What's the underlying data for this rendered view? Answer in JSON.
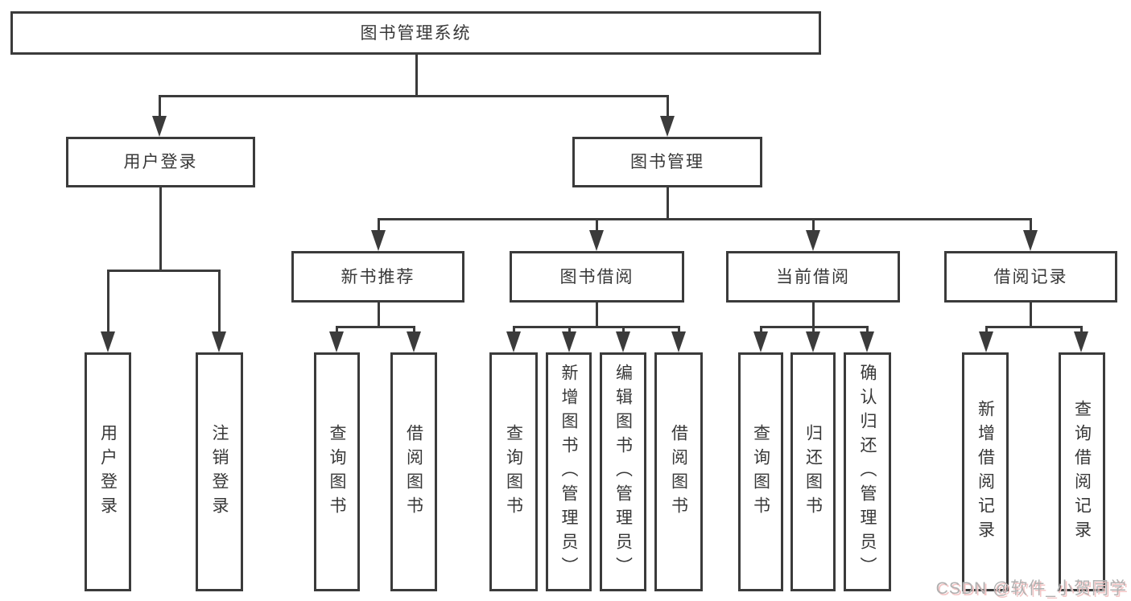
{
  "diagram": {
    "nodes": {
      "root": "图书管理系统",
      "l2_user_login": "用户登录",
      "l2_book_mgmt": "图书管理",
      "l3_new_books": "新书推荐",
      "l3_book_borrow": "图书借阅",
      "l3_current_borrow": "当前借阅",
      "l3_borrow_records": "借阅记录",
      "l4_user_login": "用户登录",
      "l4_logout": "注销登录",
      "l4_nb_query": "查询图书",
      "l4_nb_borrow": "借阅图书",
      "l4_bb_query": "查询图书",
      "l4_bb_add": "新增图书（管理员）",
      "l4_bb_edit": "编辑图书（管理员）",
      "l4_bb_borrow": "借阅图书",
      "l4_cb_query": "查询图书",
      "l4_cb_return": "归还图书",
      "l4_cb_confirm": "确认归还（管理员）",
      "l4_br_add": "新增借阅记录",
      "l4_br_query": "查询借阅记录"
    },
    "structure": {
      "root": [
        "l2_user_login",
        "l2_book_mgmt"
      ],
      "l2_user_login": [
        "l4_user_login",
        "l4_logout"
      ],
      "l2_book_mgmt": [
        "l3_new_books",
        "l3_book_borrow",
        "l3_current_borrow",
        "l3_borrow_records"
      ],
      "l3_new_books": [
        "l4_nb_query",
        "l4_nb_borrow"
      ],
      "l3_book_borrow": [
        "l4_bb_query",
        "l4_bb_add",
        "l4_bb_edit",
        "l4_bb_borrow"
      ],
      "l3_current_borrow": [
        "l4_cb_query",
        "l4_cb_return",
        "l4_cb_confirm"
      ],
      "l3_borrow_records": [
        "l4_br_add",
        "l4_br_query"
      ]
    },
    "watermark": "CSDN @软件_小贺同学",
    "colors": {
      "line": "#3b3b3b",
      "text": "#383838",
      "background": "#ffffff",
      "watermark_text": "#b0b0b0",
      "watermark_shadow": "#f4c6c6"
    }
  }
}
